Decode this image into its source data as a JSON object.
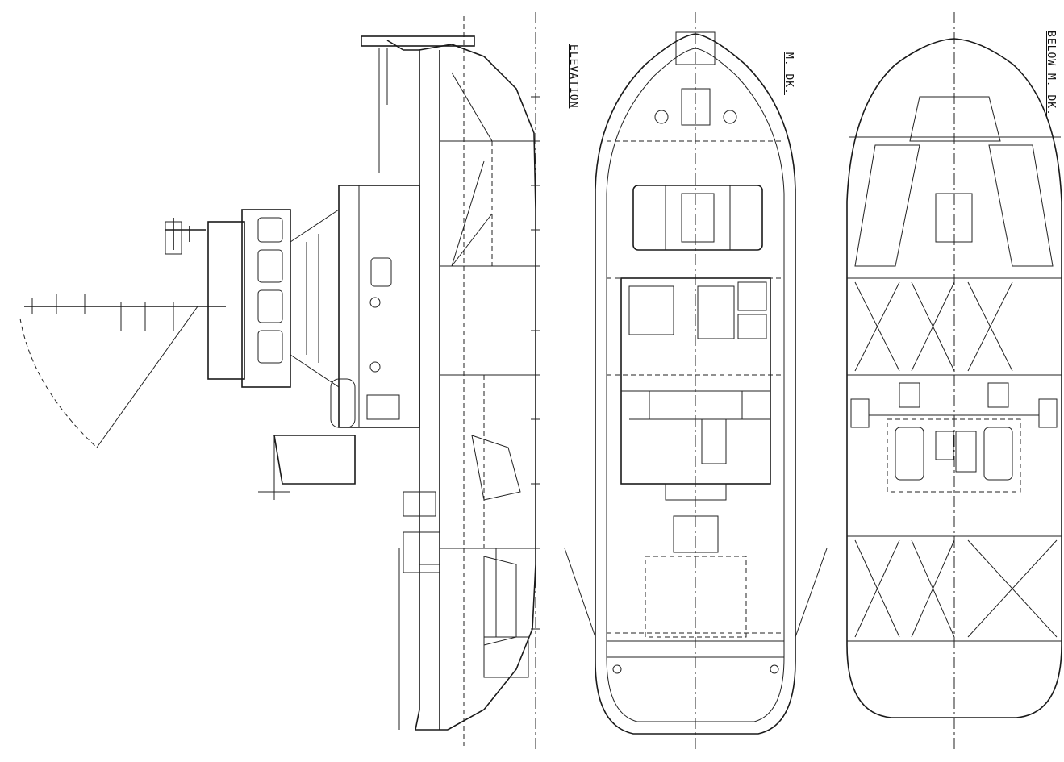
{
  "drawing": {
    "views": [
      {
        "key": "elevation",
        "title": "ELEVATION"
      },
      {
        "key": "main_deck",
        "title": "M. DK."
      },
      {
        "key": "below_main_deck",
        "title": "BELOW M. DK."
      }
    ]
  },
  "colors": {
    "line": "#1a1a1a",
    "paper": "#ffffff"
  }
}
